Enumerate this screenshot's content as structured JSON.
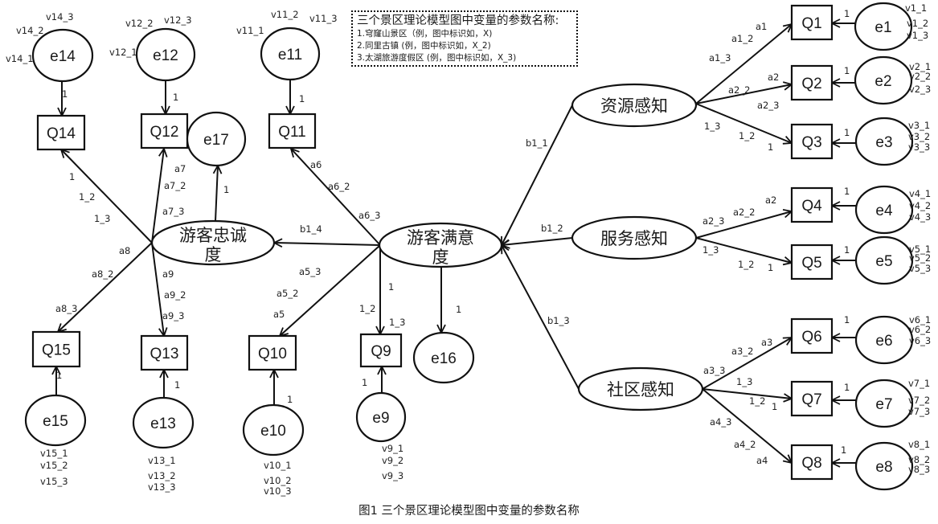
{
  "legend": {
    "title": "三个景区理论模型图中变量的参数名称:",
    "lines": [
      "1.穹窿山景区（例，图中标识如，X)",
      "2.同里古镇 (例，图中标识如，X_2)",
      "3.太湖旅游度假区 (例，图中标识如，X_3)"
    ]
  },
  "caption": "图1 三个景区理论模型图中变量的参数名称",
  "latent_variables": [
    {
      "id": "L_res",
      "label": "资源感知"
    },
    {
      "id": "L_svc",
      "label": "服务感知"
    },
    {
      "id": "L_com",
      "label": "社区感知"
    },
    {
      "id": "L_sat",
      "label": "游客满意度"
    },
    {
      "id": "L_loy",
      "label": "游客忠诚度"
    }
  ],
  "observed_variables": [
    "Q1",
    "Q2",
    "Q3",
    "Q4",
    "Q5",
    "Q6",
    "Q7",
    "Q8",
    "Q9",
    "Q10",
    "Q11",
    "Q12",
    "Q13",
    "Q14",
    "Q15"
  ],
  "error_terms": [
    {
      "id": "e1",
      "to": "Q1",
      "weight": "1",
      "variance_labels": [
        "v1_1",
        "v1_2",
        "v1_3"
      ]
    },
    {
      "id": "e2",
      "to": "Q2",
      "weight": "1",
      "variance_labels": [
        "v2_1",
        "v2_2",
        "v2_3"
      ]
    },
    {
      "id": "e3",
      "to": "Q3",
      "weight": "1",
      "variance_labels": [
        "v3_1",
        "v3_2",
        "v3_3"
      ]
    },
    {
      "id": "e4",
      "to": "Q4",
      "weight": "1",
      "variance_labels": [
        "v4_1",
        "v4_2",
        "v4_3"
      ]
    },
    {
      "id": "e5",
      "to": "Q5",
      "weight": "1",
      "variance_labels": [
        "v5_1",
        "v5_2",
        "v5_3"
      ]
    },
    {
      "id": "e6",
      "to": "Q6",
      "weight": "1",
      "variance_labels": [
        "v6_1",
        "v6_2",
        "v6_3"
      ]
    },
    {
      "id": "e7",
      "to": "Q7",
      "weight": "1",
      "variance_labels": [
        "v7_1",
        "v7_2",
        "v7_3"
      ]
    },
    {
      "id": "e8",
      "to": "Q8",
      "weight": "1",
      "variance_labels": [
        "v8_1",
        "v8_2",
        "v8_3"
      ]
    },
    {
      "id": "e9",
      "to": "Q9",
      "weight": "1",
      "variance_labels": [
        "v9_1",
        "v9_2",
        "v9_3"
      ]
    },
    {
      "id": "e10",
      "to": "Q10",
      "weight": "1",
      "variance_labels": [
        "v10_1",
        "v10_2",
        "v10_3"
      ]
    },
    {
      "id": "e11",
      "to": "Q11",
      "weight": "1",
      "variance_labels": [
        "v11_1",
        "v11_2",
        "v11_3"
      ]
    },
    {
      "id": "e12",
      "to": "Q12",
      "weight": "1",
      "variance_labels": [
        "v12_1",
        "v12_2",
        "v12_3"
      ]
    },
    {
      "id": "e13",
      "to": "Q13",
      "weight": "1",
      "variance_labels": [
        "v13_1",
        "v13_2",
        "v13_3"
      ]
    },
    {
      "id": "e14",
      "to": "Q14",
      "weight": "1",
      "variance_labels": [
        "v14_1",
        "v14_2",
        "v14_3"
      ]
    },
    {
      "id": "e15",
      "to": "Q15",
      "weight": "1",
      "variance_labels": [
        "v15_1",
        "v15_2",
        "v15_3"
      ]
    },
    {
      "id": "e16",
      "to": "L_sat",
      "weight": "1",
      "variance_labels": []
    },
    {
      "id": "e17",
      "to": "L_loy",
      "weight": "1",
      "variance_labels": []
    }
  ],
  "loadings": [
    {
      "from": "L_res",
      "to": "Q1",
      "labels": [
        "a1",
        "a1_2",
        "a1_3"
      ]
    },
    {
      "from": "L_res",
      "to": "Q2",
      "labels": [
        "a2",
        "a2_2",
        "a2_3"
      ]
    },
    {
      "from": "L_res",
      "to": "Q3",
      "labels": [
        "1",
        "1_2",
        "1_3"
      ]
    },
    {
      "from": "L_svc",
      "to": "Q4",
      "labels": [
        "a2",
        "a2_2",
        "a2_3"
      ]
    },
    {
      "from": "L_svc",
      "to": "Q5",
      "labels": [
        "1",
        "1_2",
        "1_3"
      ]
    },
    {
      "from": "L_com",
      "to": "Q6",
      "labels": [
        "a3",
        "a3_2",
        "a3_3"
      ]
    },
    {
      "from": "L_com",
      "to": "Q7",
      "labels": [
        "1",
        "1_2",
        "1_3"
      ]
    },
    {
      "from": "L_com",
      "to": "Q8",
      "labels": [
        "a4",
        "a4_2",
        "a4_3"
      ]
    },
    {
      "from": "L_sat",
      "to": "Q9",
      "labels": [
        "1",
        "1_2",
        "1_3"
      ]
    },
    {
      "from": "L_sat",
      "to": "Q10",
      "labels": [
        "a5",
        "a5_2",
        "a5_3"
      ]
    },
    {
      "from": "L_sat",
      "to": "Q11",
      "labels": [
        "a6",
        "a6_2",
        "a6_3"
      ]
    },
    {
      "from": "L_loy",
      "to": "Q12",
      "labels": [
        "a7",
        "a7_2",
        "a7_3"
      ]
    },
    {
      "from": "L_loy",
      "to": "Q13",
      "labels": [
        "a9",
        "a9_2",
        "a9_3"
      ]
    },
    {
      "from": "L_loy",
      "to": "Q14",
      "labels": [
        "1",
        "1_2",
        "1_3"
      ]
    },
    {
      "from": "L_loy",
      "to": "Q15",
      "labels": [
        "a8",
        "a8_2",
        "a8_3"
      ]
    }
  ],
  "structural_paths": [
    {
      "from": "L_res",
      "to": "L_sat",
      "label": "b1_1"
    },
    {
      "from": "L_svc",
      "to": "L_sat",
      "label": "b1_2"
    },
    {
      "from": "L_com",
      "to": "L_sat",
      "label": "b1_3"
    },
    {
      "from": "L_sat",
      "to": "L_loy",
      "label": "b1_4"
    }
  ]
}
